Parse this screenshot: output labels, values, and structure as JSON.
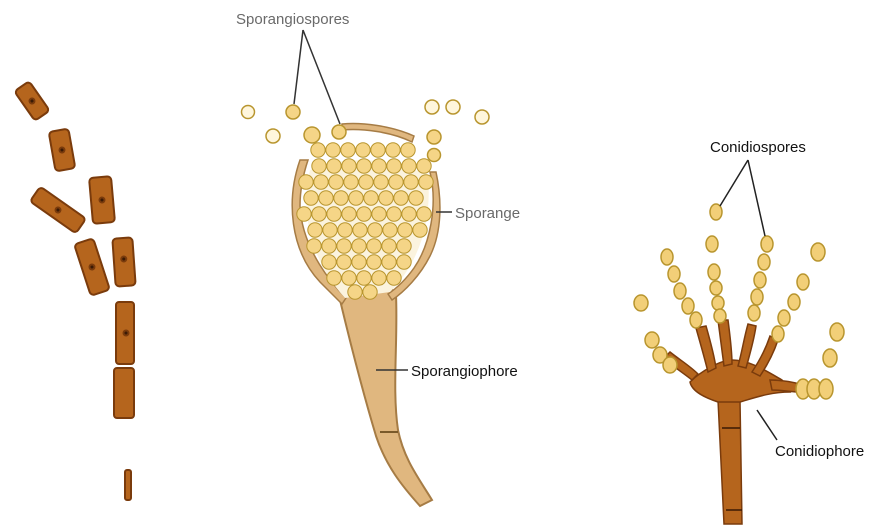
{
  "labels": {
    "sporangiospores": "Sporangiospores",
    "sporange": "Sporange",
    "sporangiophore": "Sporangiophore",
    "conidiospores": "Conidiospores",
    "conidiophore": "Conidiophore"
  },
  "colors": {
    "hypha_fill": "#b5651d",
    "hypha_stroke": "#7a3b0c",
    "spore_fill": "#f5d587",
    "spore_stroke": "#b8952e",
    "sporangiophore_fill": "#e0b77f",
    "sporangiophore_stroke": "#a67c45",
    "conidia_fill": "#f2cf78"
  }
}
